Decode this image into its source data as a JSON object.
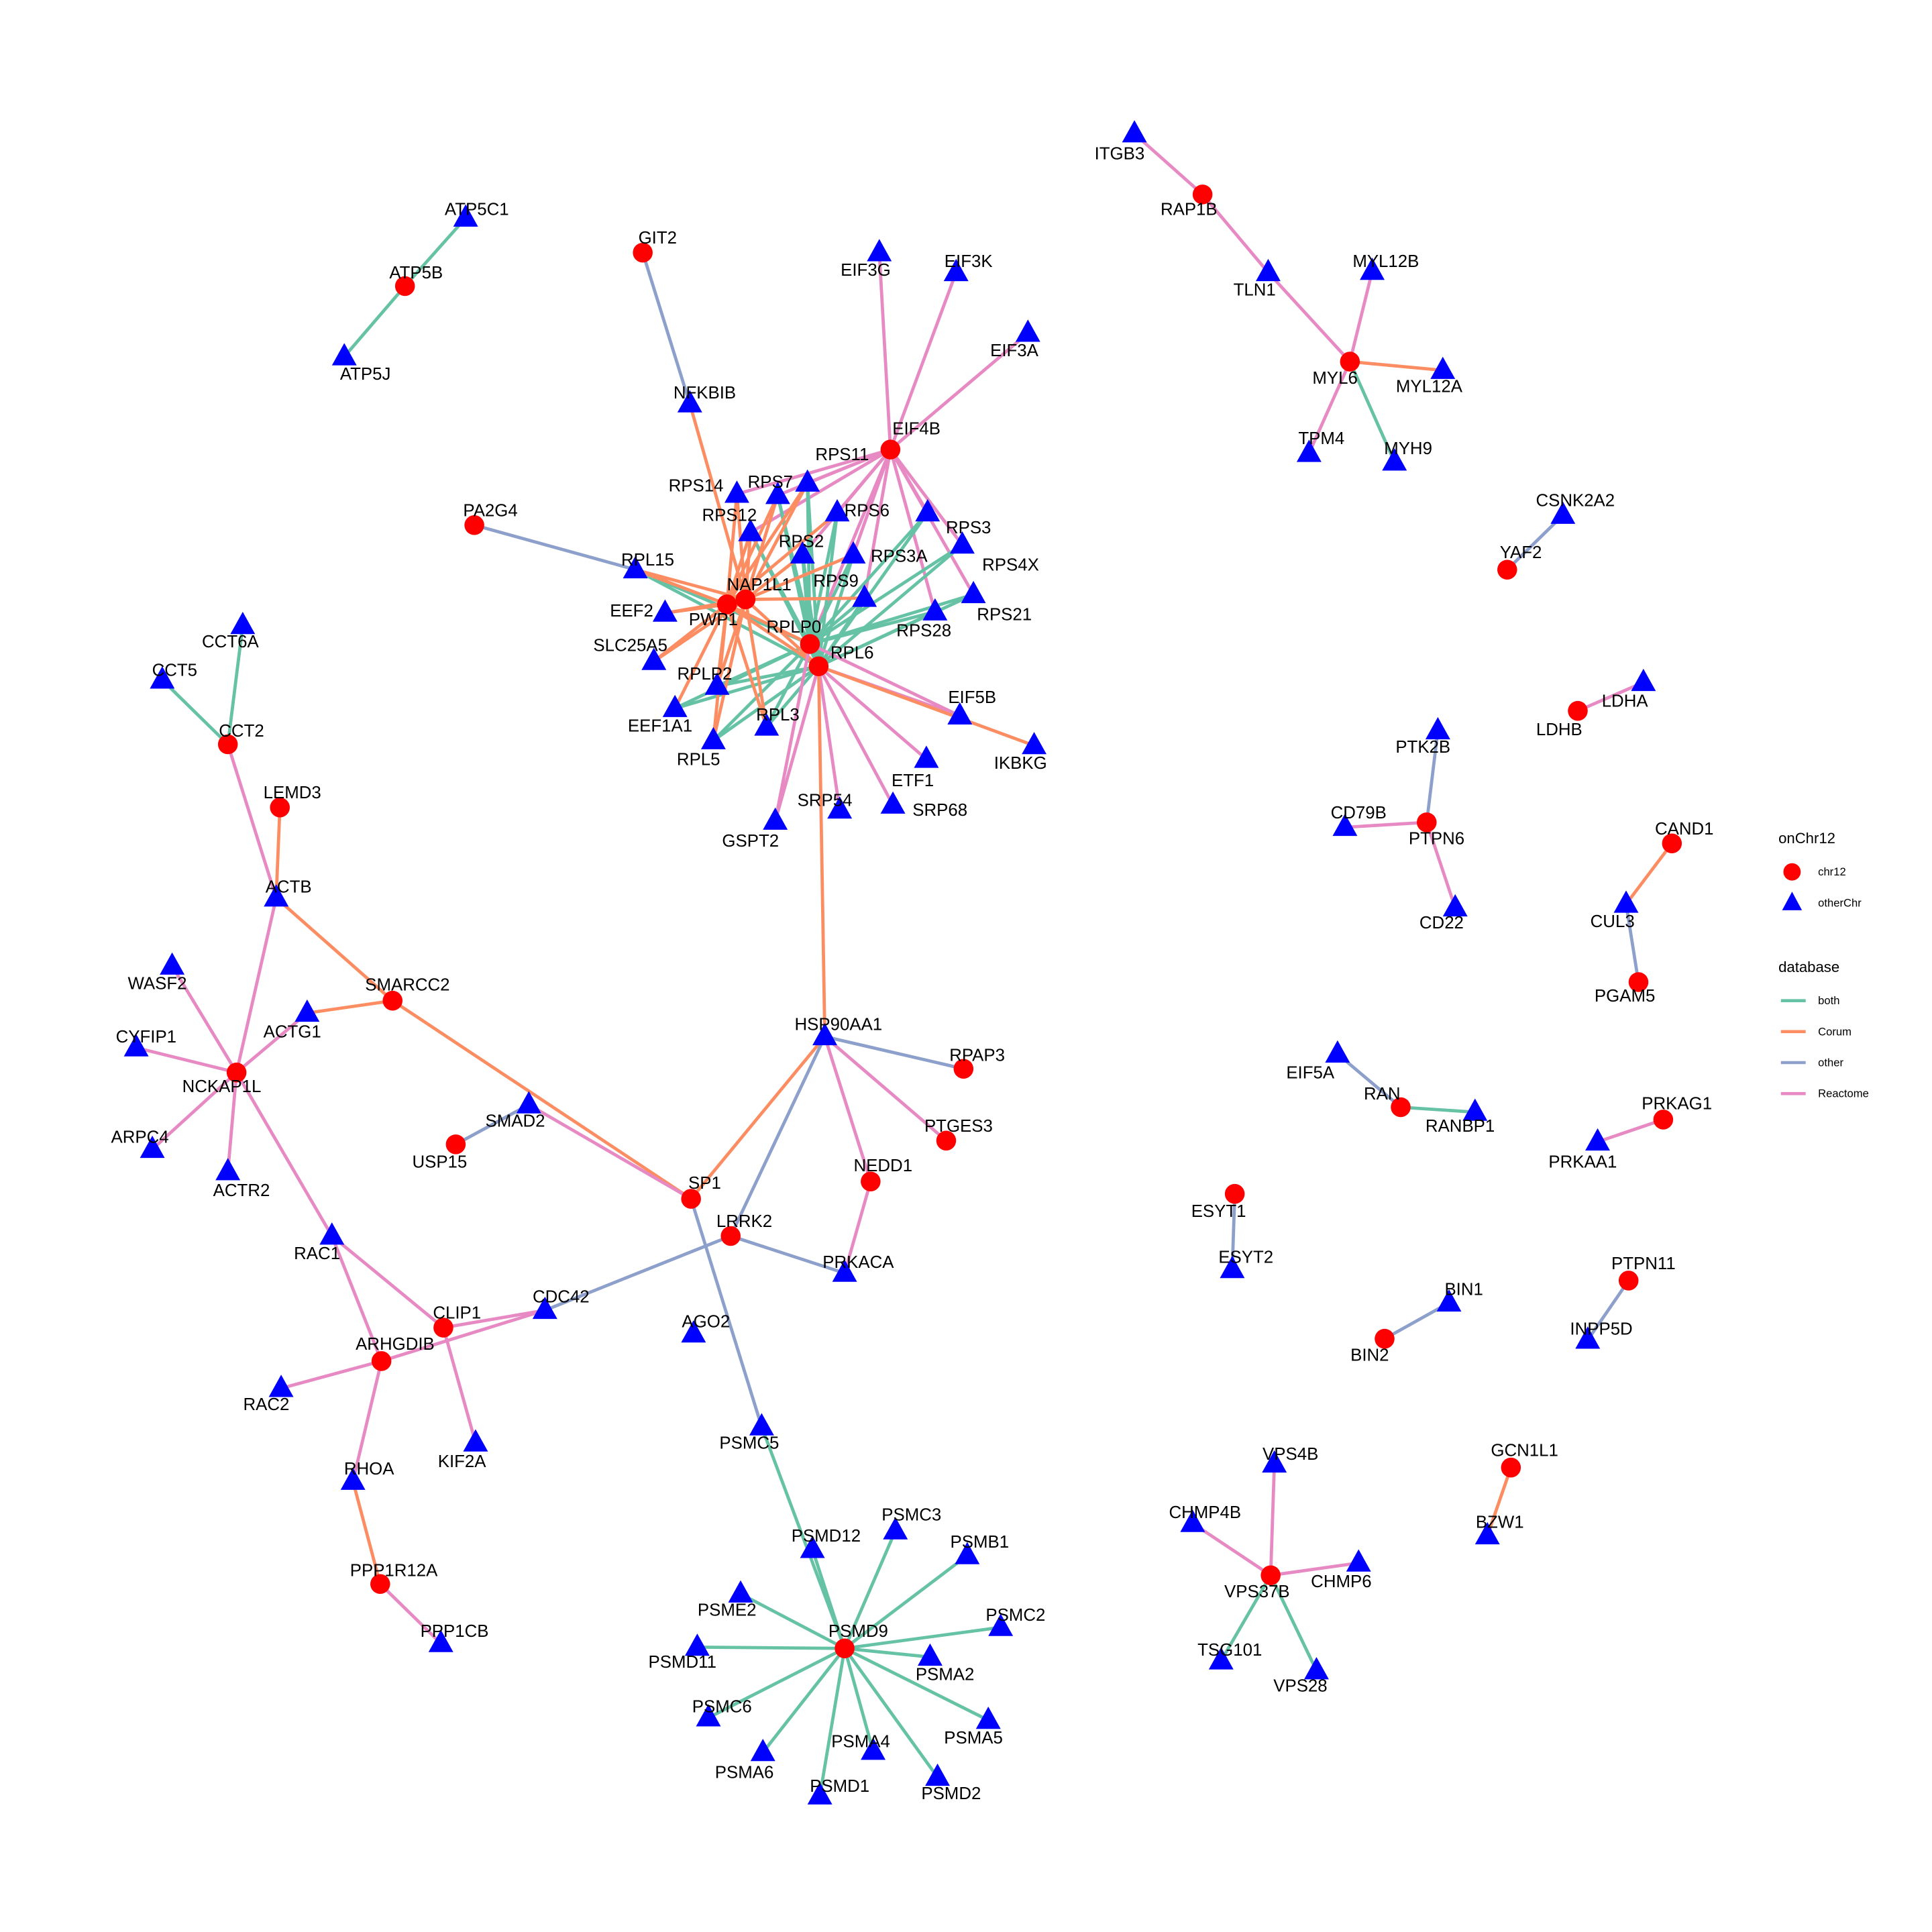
{
  "colors": {
    "chr12": "#ff0000",
    "otherChr": "#0000ff",
    "both": "#66c2a5",
    "Corum": "#fc8d62",
    "other": "#8da0cb",
    "Reactome": "#e78ac3"
  },
  "legend": {
    "shape_title": "onChr12",
    "shape_items": [
      "chr12",
      "otherChr"
    ],
    "color_title": "database",
    "color_items": [
      "both",
      "Corum",
      "other",
      "Reactome"
    ]
  },
  "nodes": {
    "chr12": [
      "ATP5B",
      "GIT2",
      "PA2G4",
      "NAP1L1",
      "PWP1",
      "RPLP0",
      "RPL6",
      "EIF4B",
      "CCT2",
      "LEMD3",
      "SMARCC2",
      "NCKAP1L",
      "USP15",
      "SP1",
      "LRRK2",
      "NEDD1",
      "PTGES3",
      "RPAP3",
      "CLIP1",
      "ARHGDIB",
      "PPP1R12A",
      "PSMD9",
      "RAP1B",
      "MYL6",
      "YAF2",
      "LDHB",
      "PTPN6",
      "CAND1",
      "PGAM5",
      "RAN",
      "PRKAG1",
      "ESYT1",
      "PTPN11",
      "BIN2",
      "GCN1L1",
      "VPS37B"
    ],
    "otherChr": [
      "ATP5C1",
      "ATP5J",
      "NFKBIB",
      "EIF3G",
      "EIF3K",
      "EIF3A",
      "RPS11",
      "RPS7",
      "RPS14",
      "RPS12",
      "RPS6",
      "RPS2",
      "RPS3A",
      "RPS3",
      "RPS4X",
      "RPS9",
      "RPS21",
      "RPS28",
      "RPL15",
      "EEF2",
      "SLC25A5",
      "RPLP2",
      "EEF1A1",
      "RPL5",
      "RPL3",
      "EIF5B",
      "IKBKG",
      "ETF1",
      "SRP68",
      "SRP54",
      "GSPT2",
      "CCT6A",
      "CCT5",
      "ACTB",
      "ACTG1",
      "WASF2",
      "CYFIP1",
      "ARPC4",
      "ACTR2",
      "SMAD2",
      "HSP90AA1",
      "PRKACA",
      "AGO2",
      "CDC42",
      "RAC1",
      "RAC2",
      "KIF2A",
      "RHOA",
      "PPP1CB",
      "PSMC5",
      "PSMD12",
      "PSMC3",
      "PSMB1",
      "PSMC2",
      "PSME2",
      "PSMD11",
      "PSMA2",
      "PSMC6",
      "PSMA5",
      "PSMA4",
      "PSMA6",
      "PSMD1",
      "PSMD2",
      "ITGB3",
      "TLN1",
      "MYL12B",
      "MYL12A",
      "TPM4",
      "MYH9",
      "CSNK2A2",
      "LDHA",
      "PTK2B",
      "CD79B",
      "CD22",
      "CUL3",
      "EIF5A",
      "RANBP1",
      "PRKAA1",
      "ESYT2",
      "BIN1",
      "INPP5D",
      "BZW1",
      "VPS4B",
      "CHMP4B",
      "CHMP6",
      "TSG101",
      "VPS28"
    ]
  },
  "edges": [
    [
      "ATP5B",
      "ATP5C1",
      "both"
    ],
    [
      "ATP5B",
      "ATP5J",
      "both"
    ],
    [
      "GIT2",
      "NFKBIB",
      "other"
    ],
    [
      "NFKBIB",
      "NAP1L1",
      "Corum"
    ],
    [
      "PA2G4",
      "RPL15",
      "other"
    ],
    [
      "EIF4B",
      "EIF3G",
      "Reactome"
    ],
    [
      "EIF4B",
      "EIF3K",
      "Reactome"
    ],
    [
      "EIF4B",
      "EIF3A",
      "Reactome"
    ],
    [
      "EIF4B",
      "RPS14",
      "Reactome"
    ],
    [
      "EIF4B",
      "RPS7",
      "Reactome"
    ],
    [
      "EIF4B",
      "RPS11",
      "Reactome"
    ],
    [
      "EIF4B",
      "RPS12",
      "Reactome"
    ],
    [
      "EIF4B",
      "RPS6",
      "Reactome"
    ],
    [
      "EIF4B",
      "RPS2",
      "Reactome"
    ],
    [
      "EIF4B",
      "RPS3A",
      "Reactome"
    ],
    [
      "EIF4B",
      "RPS3",
      "Reactome"
    ],
    [
      "EIF4B",
      "RPS4X",
      "Reactome"
    ],
    [
      "EIF4B",
      "RPS21",
      "Reactome"
    ],
    [
      "EIF4B",
      "RPS28",
      "Reactome"
    ],
    [
      "EIF4B",
      "RPS9",
      "Reactome"
    ],
    [
      "EIF4B",
      "RPLP0",
      "Reactome"
    ],
    [
      "RPLP0",
      "RPS7",
      "both"
    ],
    [
      "RPLP0",
      "RPS11",
      "both"
    ],
    [
      "RPLP0",
      "RPS12",
      "both"
    ],
    [
      "RPLP0",
      "RPS6",
      "both"
    ],
    [
      "RPLP0",
      "RPS2",
      "both"
    ],
    [
      "RPLP0",
      "RPS3A",
      "both"
    ],
    [
      "RPLP0",
      "RPS3",
      "both"
    ],
    [
      "RPLP0",
      "RPS4X",
      "both"
    ],
    [
      "RPLP0",
      "RPS9",
      "both"
    ],
    [
      "RPLP0",
      "RPS21",
      "both"
    ],
    [
      "RPLP0",
      "RPS28",
      "both"
    ],
    [
      "RPLP0",
      "RPL15",
      "both"
    ],
    [
      "RPLP0",
      "RPLP2",
      "both"
    ],
    [
      "RPLP0",
      "EEF1A1",
      "both"
    ],
    [
      "RPLP0",
      "RPL5",
      "both"
    ],
    [
      "RPLP0",
      "RPL3",
      "both"
    ],
    [
      "RPL6",
      "RPS7",
      "both"
    ],
    [
      "RPL6",
      "RPS11",
      "both"
    ],
    [
      "RPL6",
      "RPS12",
      "both"
    ],
    [
      "RPL6",
      "RPS6",
      "both"
    ],
    [
      "RPL6",
      "RPS2",
      "both"
    ],
    [
      "RPL6",
      "RPS3A",
      "both"
    ],
    [
      "RPL6",
      "RPS3",
      "both"
    ],
    [
      "RPL6",
      "RPS4X",
      "both"
    ],
    [
      "RPL6",
      "RPS9",
      "both"
    ],
    [
      "RPL6",
      "RPS21",
      "both"
    ],
    [
      "RPL6",
      "RPS28",
      "both"
    ],
    [
      "RPL6",
      "RPL15",
      "both"
    ],
    [
      "RPL6",
      "RPLP2",
      "both"
    ],
    [
      "RPL6",
      "EEF1A1",
      "both"
    ],
    [
      "RPL6",
      "RPL5",
      "both"
    ],
    [
      "RPL6",
      "RPL3",
      "both"
    ],
    [
      "RPL6",
      "RPLP0",
      "both"
    ],
    [
      "PWP1",
      "RPS14",
      "Corum"
    ],
    [
      "PWP1",
      "RPS7",
      "Corum"
    ],
    [
      "PWP1",
      "RPS11",
      "Corum"
    ],
    [
      "PWP1",
      "RPS12",
      "Corum"
    ],
    [
      "PWP1",
      "RPS6",
      "Corum"
    ],
    [
      "PWP1",
      "RPL15",
      "Corum"
    ],
    [
      "PWP1",
      "EEF2",
      "Corum"
    ],
    [
      "PWP1",
      "SLC25A5",
      "Corum"
    ],
    [
      "PWP1",
      "RPLP2",
      "Corum"
    ],
    [
      "PWP1",
      "EEF1A1",
      "Corum"
    ],
    [
      "PWP1",
      "RPL5",
      "Corum"
    ],
    [
      "PWP1",
      "RPL3",
      "Corum"
    ],
    [
      "PWP1",
      "RPLP0",
      "Corum"
    ],
    [
      "PWP1",
      "RPL6",
      "Corum"
    ],
    [
      "NAP1L1",
      "RPS14",
      "Corum"
    ],
    [
      "NAP1L1",
      "RPS7",
      "Corum"
    ],
    [
      "NAP1L1",
      "RPS11",
      "Corum"
    ],
    [
      "NAP1L1",
      "RPS12",
      "Corum"
    ],
    [
      "NAP1L1",
      "RPS2",
      "Corum"
    ],
    [
      "NAP1L1",
      "RPS3A",
      "Corum"
    ],
    [
      "NAP1L1",
      "RPS9",
      "Corum"
    ],
    [
      "NAP1L1",
      "RPL15",
      "Corum"
    ],
    [
      "NAP1L1",
      "EEF2",
      "Corum"
    ],
    [
      "NAP1L1",
      "SLC25A5",
      "Corum"
    ],
    [
      "NAP1L1",
      "RPLP2",
      "Corum"
    ],
    [
      "NAP1L1",
      "RPL5",
      "Corum"
    ],
    [
      "NAP1L1",
      "RPL3",
      "Corum"
    ],
    [
      "NAP1L1",
      "RPL6",
      "Corum"
    ],
    [
      "NAP1L1",
      "PWP1",
      "Corum"
    ],
    [
      "RPL6",
      "EIF5B",
      "Reactome"
    ],
    [
      "RPLP0",
      "EIF5B",
      "Reactome"
    ],
    [
      "RPL6",
      "IKBKG",
      "Corum"
    ],
    [
      "RPL6",
      "ETF1",
      "Reactome"
    ],
    [
      "RPL6",
      "SRP68",
      "Reactome"
    ],
    [
      "RPL6",
      "SRP54",
      "Reactome"
    ],
    [
      "RPL6",
      "GSPT2",
      "Reactome"
    ],
    [
      "RPLP0",
      "GSPT2",
      "Reactome"
    ],
    [
      "RPL6",
      "HSP90AA1",
      "Corum"
    ],
    [
      "CCT2",
      "CCT6A",
      "both"
    ],
    [
      "CCT2",
      "CCT5",
      "both"
    ],
    [
      "CCT2",
      "ACTB",
      "Reactome"
    ],
    [
      "LEMD3",
      "ACTB",
      "Corum"
    ],
    [
      "ACTB",
      "SMARCC2",
      "Corum"
    ],
    [
      "ACTB",
      "NCKAP1L",
      "Reactome"
    ],
    [
      "SMARCC2",
      "ACTG1",
      "Corum"
    ],
    [
      "SMARCC2",
      "SP1",
      "Corum"
    ],
    [
      "NCKAP1L",
      "WASF2",
      "Reactome"
    ],
    [
      "NCKAP1L",
      "CYFIP1",
      "Reactome"
    ],
    [
      "NCKAP1L",
      "ARPC4",
      "Reactome"
    ],
    [
      "NCKAP1L",
      "ACTR2",
      "Reactome"
    ],
    [
      "NCKAP1L",
      "ACTG1",
      "Reactome"
    ],
    [
      "NCKAP1L",
      "RAC1",
      "Reactome"
    ],
    [
      "USP15",
      "SMAD2",
      "other"
    ],
    [
      "SMAD2",
      "SP1",
      "Reactome"
    ],
    [
      "SP1",
      "HSP90AA1",
      "Corum"
    ],
    [
      "SP1",
      "PSMC5",
      "other"
    ],
    [
      "HSP90AA1",
      "RPAP3",
      "other"
    ],
    [
      "HSP90AA1",
      "PTGES3",
      "Reactome"
    ],
    [
      "HSP90AA1",
      "NEDD1",
      "Reactome"
    ],
    [
      "HSP90AA1",
      "LRRK2",
      "other"
    ],
    [
      "NEDD1",
      "PRKACA",
      "Reactome"
    ],
    [
      "LRRK2",
      "PRKACA",
      "other"
    ],
    [
      "LRRK2",
      "CDC42",
      "other"
    ],
    [
      "RAC1",
      "CLIP1",
      "Reactome"
    ],
    [
      "CLIP1",
      "CDC42",
      "Reactome"
    ],
    [
      "CLIP1",
      "KIF2A",
      "Reactome"
    ],
    [
      "ARHGDIB",
      "CDC42",
      "Reactome"
    ],
    [
      "ARHGDIB",
      "RAC1",
      "Reactome"
    ],
    [
      "ARHGDIB",
      "RAC2",
      "Reactome"
    ],
    [
      "ARHGDIB",
      "RHOA",
      "Reactome"
    ],
    [
      "RHOA",
      "PPP1R12A",
      "Corum"
    ],
    [
      "PPP1R12A",
      "PPP1CB",
      "Reactome"
    ],
    [
      "PSMC5",
      "PSMD9",
      "both"
    ],
    [
      "PSMD9",
      "PSMD12",
      "both"
    ],
    [
      "PSMD9",
      "PSMC3",
      "both"
    ],
    [
      "PSMD9",
      "PSMB1",
      "both"
    ],
    [
      "PSMD9",
      "PSMC2",
      "both"
    ],
    [
      "PSMD9",
      "PSME2",
      "both"
    ],
    [
      "PSMD9",
      "PSMD11",
      "both"
    ],
    [
      "PSMD9",
      "PSMA2",
      "both"
    ],
    [
      "PSMD9",
      "PSMC6",
      "both"
    ],
    [
      "PSMD9",
      "PSMA5",
      "both"
    ],
    [
      "PSMD9",
      "PSMA4",
      "both"
    ],
    [
      "PSMD9",
      "PSMA6",
      "both"
    ],
    [
      "PSMD9",
      "PSMD1",
      "both"
    ],
    [
      "PSMD9",
      "PSMD2",
      "both"
    ],
    [
      "RAP1B",
      "ITGB3",
      "Reactome"
    ],
    [
      "RAP1B",
      "TLN1",
      "Reactome"
    ],
    [
      "TLN1",
      "MYL6",
      "Reactome"
    ],
    [
      "MYL6",
      "MYL12B",
      "Reactome"
    ],
    [
      "MYL6",
      "MYL12A",
      "Corum"
    ],
    [
      "MYL6",
      "TPM4",
      "Reactome"
    ],
    [
      "MYL6",
      "MYH9",
      "both"
    ],
    [
      "YAF2",
      "CSNK2A2",
      "other"
    ],
    [
      "LDHB",
      "LDHA",
      "Reactome"
    ],
    [
      "PTPN6",
      "PTK2B",
      "other"
    ],
    [
      "PTPN6",
      "CD79B",
      "Reactome"
    ],
    [
      "PTPN6",
      "CD22",
      "Reactome"
    ],
    [
      "CAND1",
      "CUL3",
      "Corum"
    ],
    [
      "CUL3",
      "PGAM5",
      "other"
    ],
    [
      "EIF5A",
      "RAN",
      "other"
    ],
    [
      "RAN",
      "RANBP1",
      "both"
    ],
    [
      "PRKAG1",
      "PRKAA1",
      "Reactome"
    ],
    [
      "ESYT1",
      "ESYT2",
      "other"
    ],
    [
      "BIN2",
      "BIN1",
      "other"
    ],
    [
      "PTPN11",
      "INPP5D",
      "other"
    ],
    [
      "GCN1L1",
      "BZW1",
      "Corum"
    ],
    [
      "VPS37B",
      "VPS4B",
      "Reactome"
    ],
    [
      "VPS37B",
      "CHMP4B",
      "Reactome"
    ],
    [
      "VPS37B",
      "CHMP6",
      "Reactome"
    ],
    [
      "VPS37B",
      "TSG101",
      "both"
    ],
    [
      "VPS37B",
      "VPS28",
      "both"
    ]
  ]
}
